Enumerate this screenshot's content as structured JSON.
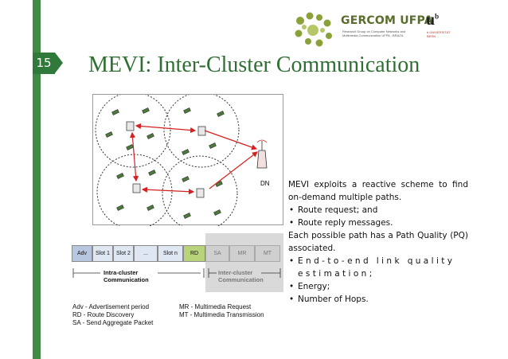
{
  "slide": {
    "number": "15",
    "title": "MEVI: Inter-Cluster Communication"
  },
  "logos": {
    "gercom_name": "GERCOM UFPA",
    "gercom_subtitle": "Research Group on Computer Networks and Multimedia Communication UFPA - BRAZIL",
    "ub_mark": "u",
    "ub_sup": "b",
    "ub_text": "b UNIVERSITÄT BERN"
  },
  "diagram": {
    "dn_label": "DN"
  },
  "frame": {
    "slots": [
      "Adv",
      "Slot 1",
      "Slot 2",
      "...",
      "Slot n",
      "RD",
      "SA",
      "MR",
      "MT"
    ],
    "intra_label": "Intra-cluster\nCommunication",
    "inter_label": "Inter-cluster\nCommunication"
  },
  "legend": {
    "left": [
      "Adv - Advertisement period",
      "RD - Route Discovery",
      "SA - Send Aggregate Packet"
    ],
    "right": [
      "MR - Multimedia Request",
      "MT - Multimedia Transmission"
    ]
  },
  "description": {
    "p1": "MEVI exploits a reactive scheme to find on-demand multiple paths.",
    "bullets1": [
      "Route request; and",
      "Route reply messages."
    ],
    "p2": "Each possible path has a Path Quality (PQ) associated.",
    "bullets2": [
      "End-to-end link quality estimation;",
      "Energy;",
      "Number of Hops."
    ]
  },
  "colors": {
    "accent_green": "#3f8a45",
    "title_green": "#2e6f33",
    "route_red": "#d42020"
  }
}
